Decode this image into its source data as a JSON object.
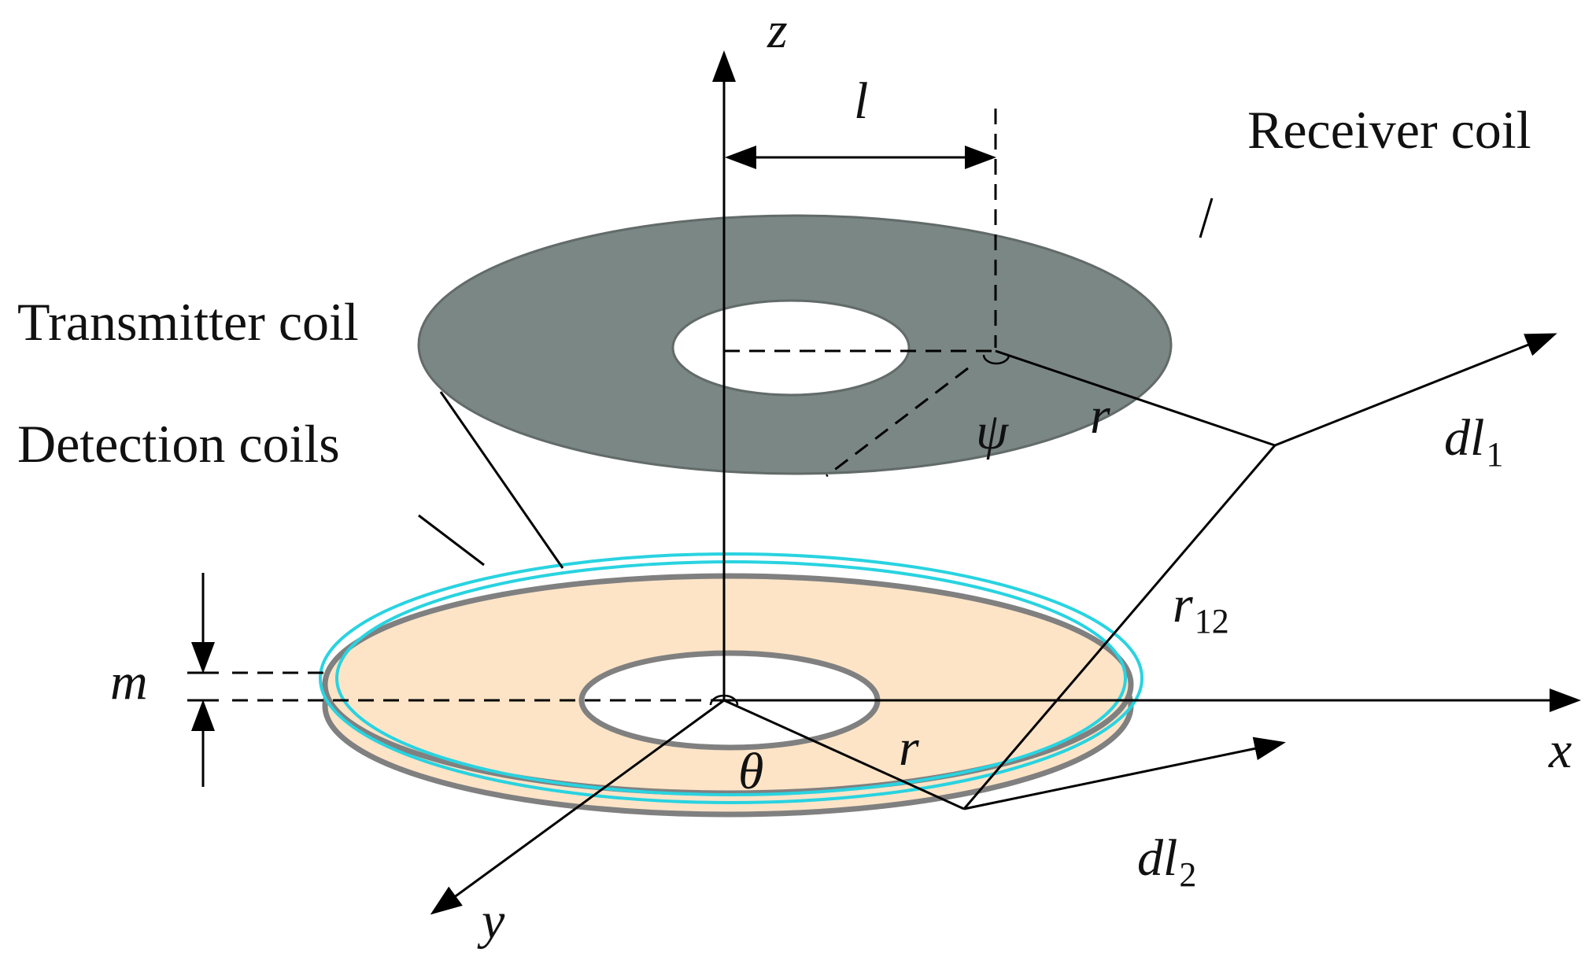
{
  "labels": {
    "receiver": "Receiver coil",
    "transmitter": "Transmitter coil",
    "detection": "Detection coils"
  },
  "axes": {
    "x": "x",
    "y": "y",
    "z": "z"
  },
  "symbols": {
    "l": "l",
    "psi": "ψ",
    "theta": "θ",
    "r_top": "r",
    "r_bottom": "r",
    "m": "m",
    "dl1_base": "dl",
    "dl1_sub": "1",
    "dl2_base": "dl",
    "dl2_sub": "2",
    "r12_base": "r",
    "r12_sub": "12"
  },
  "colors": {
    "receiver_fill": "#7b8784",
    "receiver_edge": "#626b69",
    "transmitter_fill": "#fde4c7",
    "transmitter_edge": "#808080",
    "detection_coil": "#29d3e0"
  }
}
